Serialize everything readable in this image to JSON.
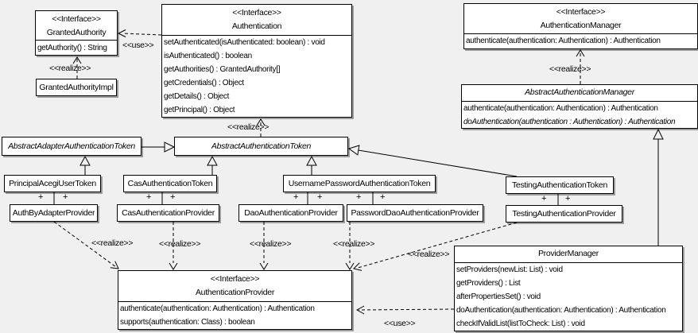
{
  "diagram": {
    "labels": {
      "use": "&lt;&lt;use&gt;&gt;",
      "realize": "&lt;&lt;realize&gt;&gt;",
      "plus": "+"
    },
    "classes": {
      "granted_authority": {
        "stereotype": "<<Interface>>",
        "name": "GrantedAuthority",
        "methods": [
          "getAuthority() : String"
        ]
      },
      "granted_authority_impl": {
        "name": "GrantedAuthorityImpl"
      },
      "authentication": {
        "stereotype": "<<Interface>>",
        "name": "Authentication",
        "methods": [
          "setAuthenticated(isAuthenticated: boolean) : void",
          "isAuthenticated() : boolean",
          "getAuthorities() : GrantedAuthority[]",
          "getCredentials() : Object",
          "getDetails() : Object",
          "getPrincipal() : Object"
        ]
      },
      "authentication_manager": {
        "stereotype": "<<Interface>>",
        "name": "AuthenticationManager",
        "methods": [
          "authenticate(authentication: Authentication) : Authentication"
        ]
      },
      "abstract_authentication_manager": {
        "name": "AbstractAuthenticationManager",
        "methods": [
          "authenticate(authentication: Authentication) : Authentication",
          "doAuthentication(authentication : Authentication) : Authentication"
        ]
      },
      "abstract_adapter_authentication_token": {
        "name": "AbstractAdapterAuthenticationToken"
      },
      "abstract_authentication_token": {
        "name": "AbstractAuthenticationToken"
      },
      "principal_acegi_user_token": {
        "name": "PrincipalAcegiUserToken"
      },
      "cas_authentication_token": {
        "name": "CasAuthenticationToken"
      },
      "username_password_authentication_token": {
        "name": "UsernamePasswordAuthenticationToken"
      },
      "testing_authentication_token": {
        "name": "TestingAuthenticationToken"
      },
      "auth_by_adapter_provider": {
        "name": "AuthByAdapterProvider"
      },
      "cas_authentication_provider": {
        "name": "CasAuthenticationProvider"
      },
      "dao_authentication_provider": {
        "name": "DaoAuthenticationProvider"
      },
      "password_dao_authentication_provider": {
        "name": "PasswordDaoAuthenticationProvider"
      },
      "testing_authentication_provider": {
        "name": "TestingAuthenticationProvider"
      },
      "authentication_provider": {
        "stereotype": "<<Interface>>",
        "name": "AuthenticationProvider",
        "methods": [
          "authenticate(authentication: Authentication) : Authentication",
          "supports(authentication: Class) : boolean"
        ]
      },
      "provider_manager": {
        "name": "ProviderManager",
        "methods": [
          "setProviders(newList: List) : void",
          "getProviders() : List",
          "afterPropertiesSet() : void",
          "doAuthentication(authentication: Authentication) : Authentication",
          "checkIfValidList(listToCheck: List) : void"
        ]
      }
    },
    "edges": [
      {
        "type": "use",
        "from": "Authentication",
        "to": "GrantedAuthority",
        "label": "<<use>>"
      },
      {
        "type": "realize",
        "from": "GrantedAuthorityImpl",
        "to": "GrantedAuthority",
        "label": "<<realize>>"
      },
      {
        "type": "realize",
        "from": "AbstractAuthenticationToken",
        "to": "Authentication",
        "label": "<<realize>>"
      },
      {
        "type": "realize",
        "from": "AbstractAuthenticationManager",
        "to": "AuthenticationManager",
        "label": "<<realize>>"
      },
      {
        "type": "generalization",
        "from": "AbstractAdapterAuthenticationToken",
        "to": "AbstractAuthenticationToken"
      },
      {
        "type": "generalization",
        "from": "PrincipalAcegiUserToken",
        "to": "AbstractAdapterAuthenticationToken"
      },
      {
        "type": "generalization",
        "from": "CasAuthenticationToken",
        "to": "AbstractAuthenticationToken"
      },
      {
        "type": "generalization",
        "from": "UsernamePasswordAuthenticationToken",
        "to": "AbstractAuthenticationToken"
      },
      {
        "type": "generalization",
        "from": "TestingAuthenticationToken",
        "to": "AbstractAuthenticationToken"
      },
      {
        "type": "generalization",
        "from": "ProviderManager",
        "to": "AbstractAuthenticationManager"
      },
      {
        "type": "association",
        "from": "PrincipalAcegiUserToken",
        "to": "AuthByAdapterProvider",
        "ends": "+ +"
      },
      {
        "type": "association",
        "from": "CasAuthenticationToken",
        "to": "CasAuthenticationProvider",
        "ends": "+ +"
      },
      {
        "type": "association",
        "from": "UsernamePasswordAuthenticationToken",
        "to": "DaoAuthenticationProvider",
        "ends": "+ +"
      },
      {
        "type": "association",
        "from": "UsernamePasswordAuthenticationToken",
        "to": "PasswordDaoAuthenticationProvider",
        "ends": "+ +"
      },
      {
        "type": "association",
        "from": "TestingAuthenticationToken",
        "to": "TestingAuthenticationProvider",
        "ends": "+ +"
      },
      {
        "type": "realize",
        "from": "AuthByAdapterProvider",
        "to": "AuthenticationProvider",
        "label": "<<realize>>"
      },
      {
        "type": "realize",
        "from": "CasAuthenticationProvider",
        "to": "AuthenticationProvider",
        "label": "<<realize>>"
      },
      {
        "type": "realize",
        "from": "DaoAuthenticationProvider",
        "to": "AuthenticationProvider",
        "label": "<<realize>>"
      },
      {
        "type": "realize",
        "from": "PasswordDaoAuthenticationProvider",
        "to": "AuthenticationProvider",
        "label": "<<realize>>"
      },
      {
        "type": "realize",
        "from": "TestingAuthenticationProvider",
        "to": "AuthenticationProvider",
        "label": "<<realize>>"
      },
      {
        "type": "use",
        "from": "ProviderManager",
        "to": "AuthenticationProvider",
        "label": "<<use>>"
      }
    ],
    "colors": {
      "background": "#f0f0f0",
      "box_fill": "#ffffff",
      "line": "#000000",
      "shadow": "#9c9c9c"
    }
  }
}
